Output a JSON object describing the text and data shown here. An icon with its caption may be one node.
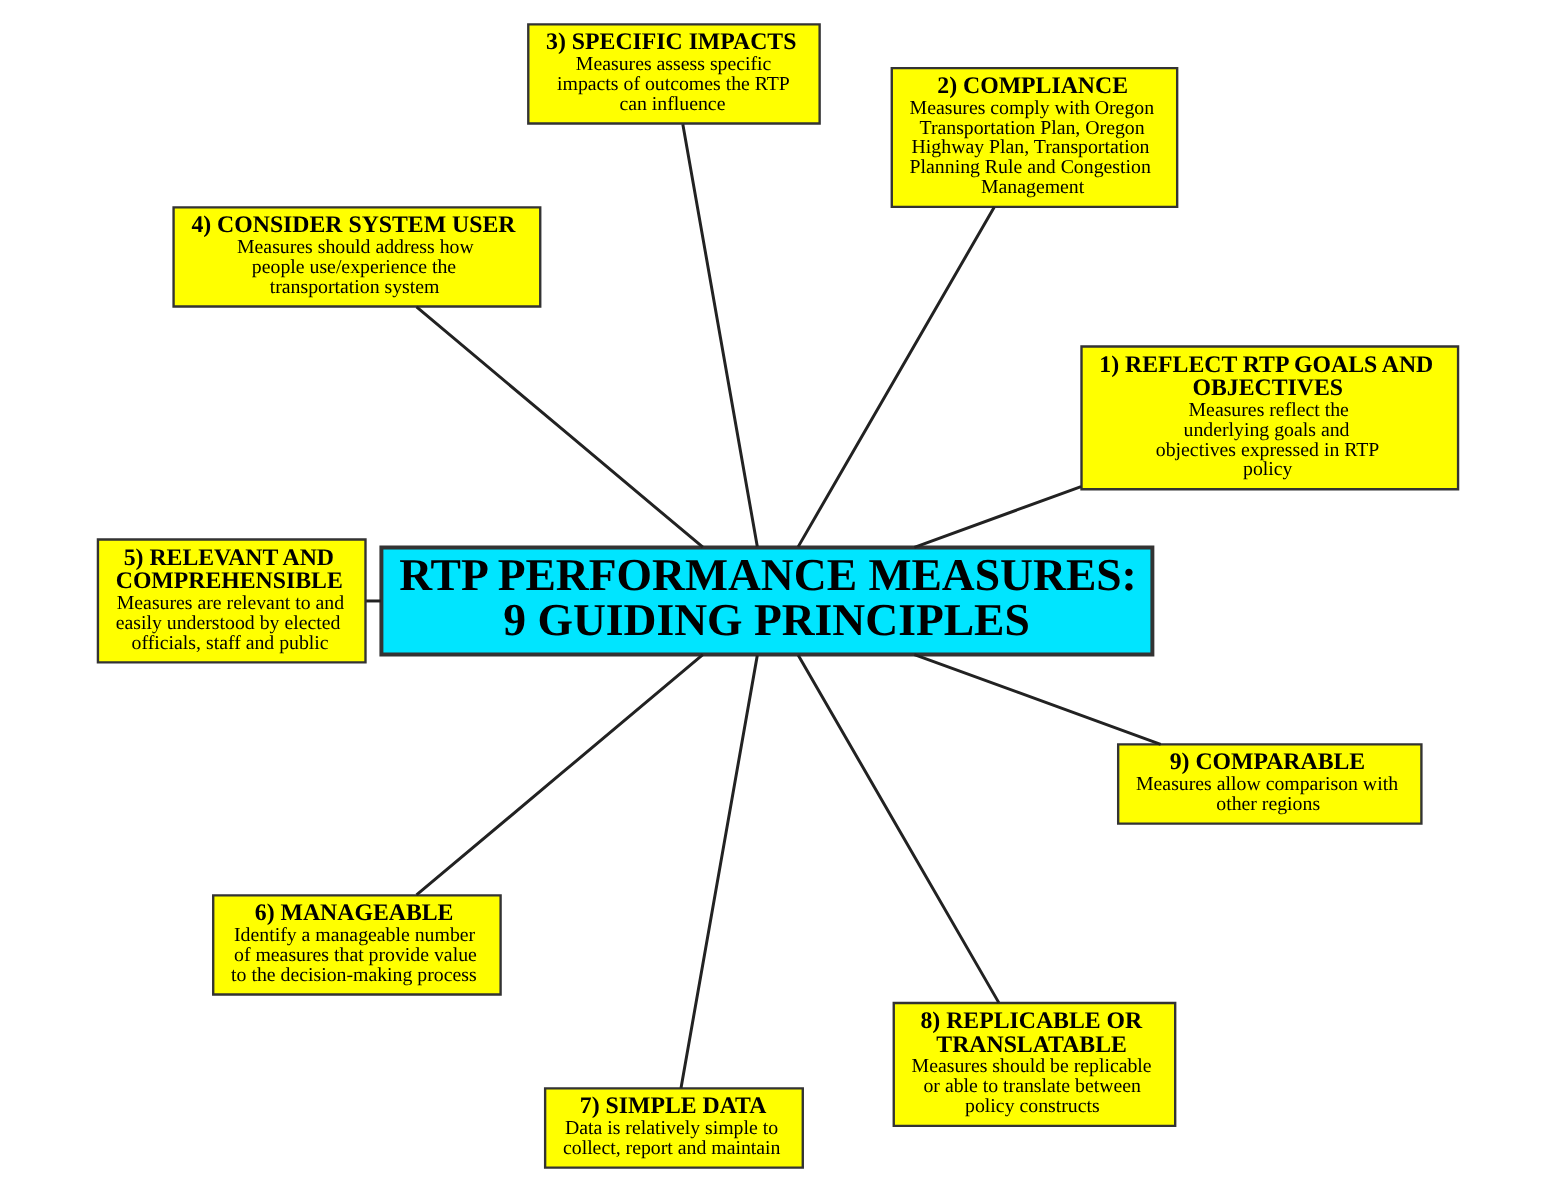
{
  "diagram": {
    "nodes": [
      {
        "text": [
          "RTP PERFORMANCE MEASURES: 9 GUIDING PRINCIPLES"
        ]
      },
      {
        "text": [
          "1) REFLECT RTP GOALS AND OBJECTIVES",
          "Measures reflect the underlying goals and objectives expressed in RTP policy"
        ]
      },
      {
        "text": [
          "2) COMPLIANCE",
          "Measures comply with Oregon Transportation Plan, Oregon Highway Plan, Transportation Planning Rule and Congestion Management"
        ]
      },
      {
        "text": [
          "3) SPECIFIC IMPACTS",
          "Measures assess specific impacts of outcomes the RTP can influence"
        ]
      },
      {
        "text": [
          "4) CONSIDER SYSTEM USER",
          "Measures should address how people use/experience the transportation system"
        ]
      },
      {
        "text": [
          "5) RELEVANT AND COMPREHENSIBLE",
          "Measures are relevant to and easily understood by elected officials, staff and public"
        ]
      },
      {
        "text": [
          "6) MANAGEABLE",
          "Identify a manageable number of measures that provide value to the decision-making process"
        ]
      },
      {
        "text": [
          "7) SIMPLE DATA",
          "Data is relatively simple to collect, report and maintain"
        ]
      },
      {
        "text": [
          "8) REPLICABLE OR TRANSLATABLE",
          "Measures should be replicable or able to translate between policy constructs"
        ]
      },
      {
        "text": [
          "9) COMPARABLE",
          "Measures allow comparison with other regions"
        ]
      }
    ],
    "edges": [
      {
        "from": 0,
        "to": 1,
        "arrow": "none"
      },
      {
        "from": 0,
        "to": 2,
        "arrow": "none"
      },
      {
        "from": 0,
        "to": 3,
        "arrow": "none"
      },
      {
        "from": 0,
        "to": 4,
        "arrow": "none"
      },
      {
        "from": 0,
        "to": 5,
        "arrow": "none"
      },
      {
        "from": 0,
        "to": 6,
        "arrow": "none"
      },
      {
        "from": 0,
        "to": 7,
        "arrow": "none"
      },
      {
        "from": 0,
        "to": 8,
        "arrow": "none"
      },
      {
        "from": 0,
        "to": 9,
        "arrow": "none"
      }
    ]
  }
}
